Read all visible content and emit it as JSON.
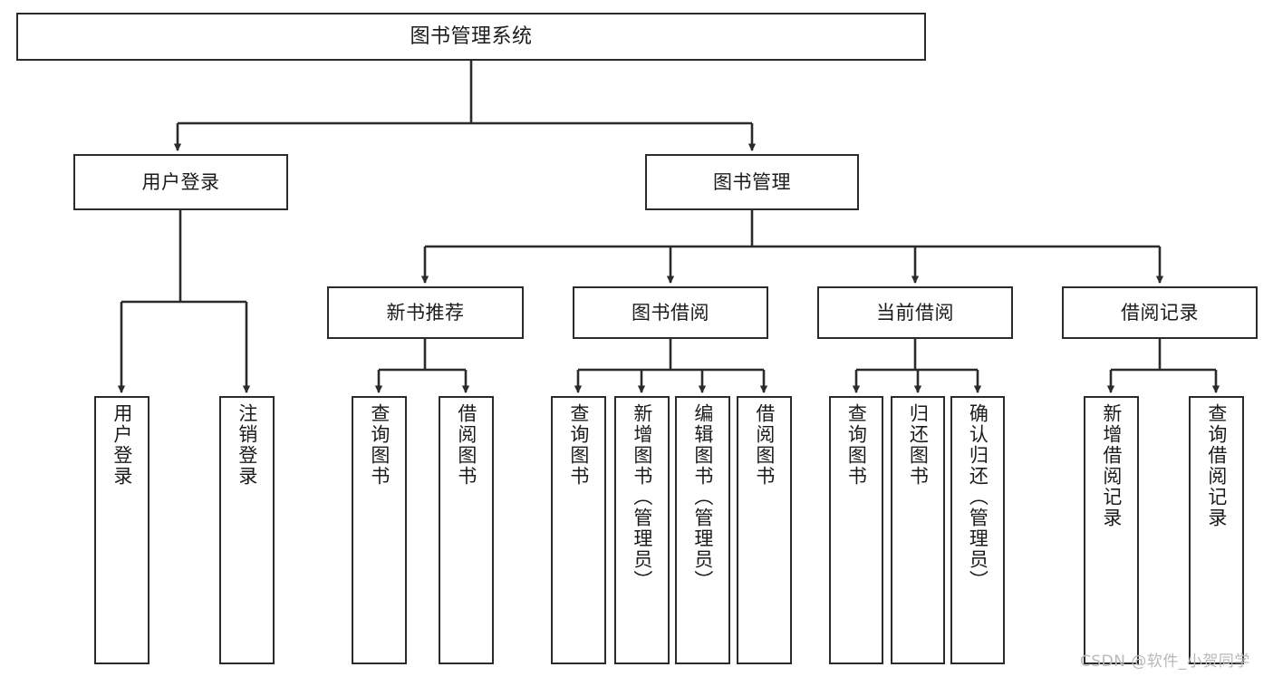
{
  "diagram": {
    "type": "tree-hierarchy-flowchart",
    "title": "图书管理系统",
    "watermark": "CSDN @软件_小贺同学",
    "colors": {
      "box_border": "#2b2b2b",
      "box_fill": "#ffffff",
      "edge": "#2b2b2b",
      "text": "#1b1b1b",
      "background": "#ffffff",
      "watermark": "#b9b9b9"
    },
    "nodes": {
      "root": {
        "label": "图书管理系统"
      },
      "level2": [
        {
          "id": "user-login",
          "label": "用户登录"
        },
        {
          "id": "book-management",
          "label": "图书管理"
        }
      ],
      "level3": [
        {
          "id": "new-book-recommend",
          "label": "新书推荐"
        },
        {
          "id": "book-borrow",
          "label": "图书借阅"
        },
        {
          "id": "current-borrow",
          "label": "当前借阅"
        },
        {
          "id": "borrow-record",
          "label": "借阅记录"
        }
      ],
      "leaves": {
        "user_login": [
          {
            "id": "leaf-user-login",
            "label": "用户登录"
          },
          {
            "id": "leaf-logout-login",
            "label": "注销登录"
          }
        ],
        "new_book_recommend": [
          {
            "id": "leaf-query-book-1",
            "label": "查询图书"
          },
          {
            "id": "leaf-borrow-book-1",
            "label": "借阅图书"
          }
        ],
        "book_borrow": [
          {
            "id": "leaf-query-book-2",
            "label": "查询图书"
          },
          {
            "id": "leaf-add-book",
            "label": "新增图书（管理员）"
          },
          {
            "id": "leaf-edit-book",
            "label": "编辑图书（管理员）"
          },
          {
            "id": "leaf-borrow-book-2",
            "label": "借阅图书"
          }
        ],
        "current_borrow": [
          {
            "id": "leaf-query-book-3",
            "label": "查询图书"
          },
          {
            "id": "leaf-return-book",
            "label": "归还图书"
          },
          {
            "id": "leaf-confirm-return",
            "label": "确认归还（管理员）"
          }
        ],
        "borrow_record": [
          {
            "id": "leaf-add-record",
            "label": "新增借阅记录"
          },
          {
            "id": "leaf-query-record",
            "label": "查询借阅记录"
          }
        ]
      }
    }
  }
}
